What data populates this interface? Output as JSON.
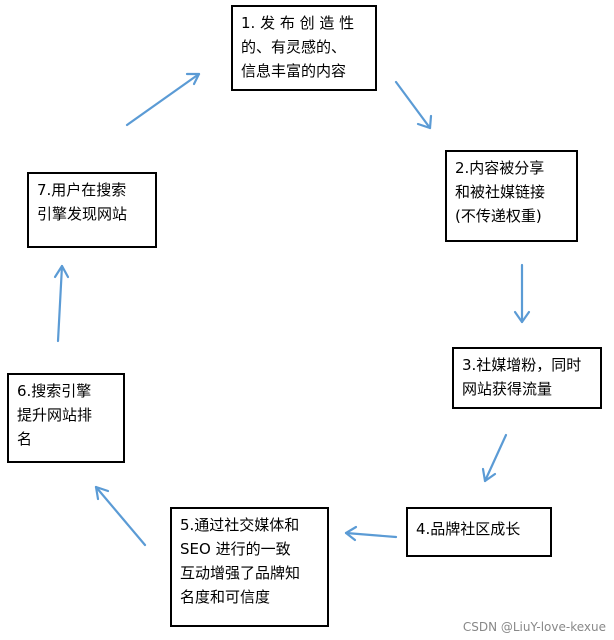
{
  "arrow_color": "#5B9BD5",
  "steps": [
    {
      "lines": [
        "1. 发 布 创 造 性",
        "的、有灵感的、",
        "信息丰富的内容"
      ]
    },
    {
      "lines": [
        "2.内容被分享",
        "和被社媒链接",
        "(不传递权重)"
      ]
    },
    {
      "lines": [
        "3.社媒增粉，同时",
        "网站获得流量"
      ]
    },
    {
      "lines": [
        "4.品牌社区成长"
      ]
    },
    {
      "lines": [
        "5.通过社交媒体和",
        "SEO 进行的一致",
        "互动增强了品牌知",
        "名度和可信度"
      ]
    },
    {
      "lines": [
        "6.搜索引擎",
        "提升网站排",
        "名"
      ]
    },
    {
      "lines": [
        "7.用户在搜索",
        "引擎发现网站"
      ]
    }
  ],
  "watermark": "CSDN @LiuY-love-kexue"
}
